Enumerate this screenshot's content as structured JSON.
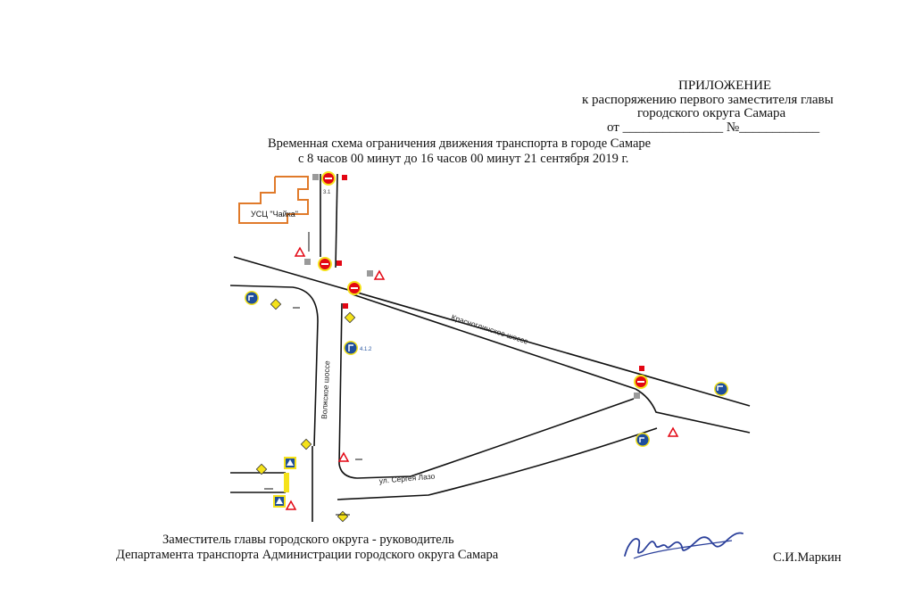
{
  "appendix": {
    "heading": "ПРИЛОЖЕНИЕ",
    "line1": "к распоряжению первого заместителя главы",
    "line2": "городского округа Самара",
    "date_line": "от _______________ №____________"
  },
  "scheme": {
    "title_line1": "Временная схема ограничения движения транспорта в городе Самаре",
    "title_line2": "с 8 часов 00 минут до 16 часов 00 минут 21 сентября 2019 г."
  },
  "map": {
    "building_label": "УСЦ \"Чайка\"",
    "street_krasnoglinskoe": "Красноглинское шоссе",
    "street_volzhskoe": "Волжское шоссе",
    "street_sergeya_lazo": "ул. Сергея Лазо",
    "sign_code_41_2": "4.1.2",
    "sign_code_31": "3.1",
    "colors": {
      "no_entry_red": "#e30613",
      "sign_blue": "#1f4e9c",
      "priority_yellow": "#f5e21a",
      "building_orange": "#e07a2a"
    }
  },
  "footer": {
    "position_line1": "Заместитель главы городского округа - руководитель",
    "position_line2": "Департамента транспорта Администрации городского округа Самара",
    "signer": "С.И.Маркин"
  }
}
